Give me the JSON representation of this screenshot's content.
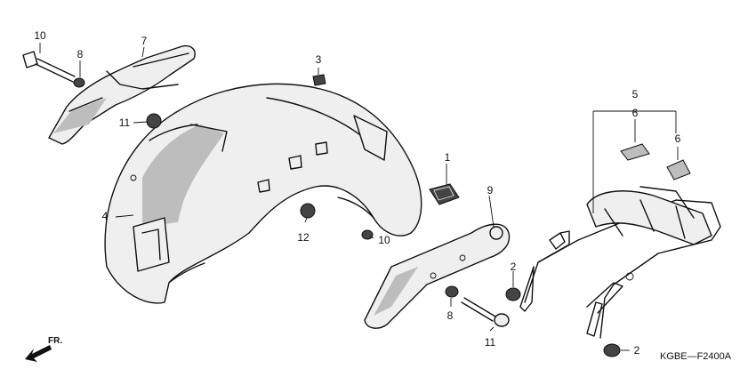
{
  "diagram": {
    "code": "KGBE—F2400A",
    "direction": "FR.",
    "callouts": [
      {
        "id": "c1",
        "label": "1"
      },
      {
        "id": "c2a",
        "label": "2"
      },
      {
        "id": "c2b",
        "label": "2"
      },
      {
        "id": "c3",
        "label": "3"
      },
      {
        "id": "c4",
        "label": "4"
      },
      {
        "id": "c5",
        "label": "5"
      },
      {
        "id": "c6a",
        "label": "6"
      },
      {
        "id": "c6b",
        "label": "6"
      },
      {
        "id": "c7",
        "label": "7"
      },
      {
        "id": "c8a",
        "label": "8"
      },
      {
        "id": "c8b",
        "label": "8"
      },
      {
        "id": "c9",
        "label": "9"
      },
      {
        "id": "c10a",
        "label": "10"
      },
      {
        "id": "c10b",
        "label": "10"
      },
      {
        "id": "c11a",
        "label": "11"
      },
      {
        "id": "c11b",
        "label": "11"
      },
      {
        "id": "c12",
        "label": "12"
      }
    ]
  }
}
